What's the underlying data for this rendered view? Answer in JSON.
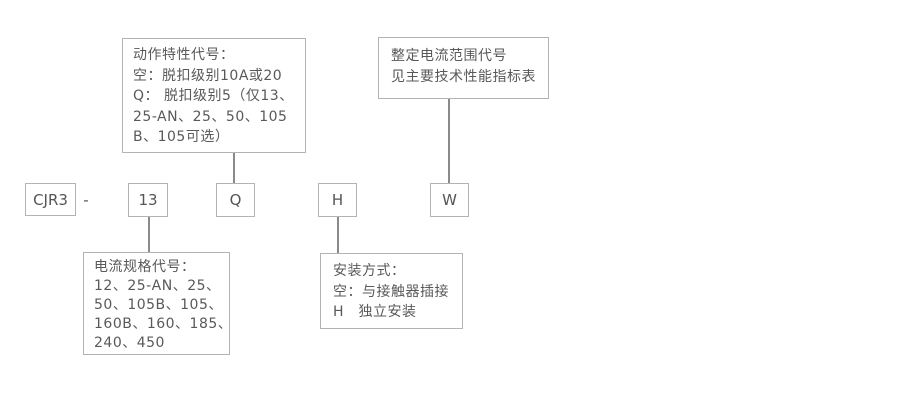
{
  "diagram_title": "CJR3 thermal relay model designation diagram",
  "colors": {
    "background": "#ffffff",
    "box_border": "#b3b3b3",
    "connector_line": "#8a8a8a",
    "text": "#595959"
  },
  "code_row": {
    "prefix": "CJR3",
    "separator": "-",
    "codes": {
      "current_spec": "13",
      "action_characteristic": "Q",
      "mounting": "H",
      "setting_current_range": "W"
    }
  },
  "callouts": {
    "action_characteristic": {
      "lines": [
        "动作特性代号：",
        "空：脱扣级别10A或20",
        "Q： 脱扣级别5（仅13、",
        "25-AN、25、50、105",
        "B、105可选）"
      ]
    },
    "setting_current_range": {
      "lines": [
        "整定电流范围代号",
        "见主要技术性能指标表"
      ]
    },
    "current_spec": {
      "lines": [
        "电流规格代号：",
        "12、25-AN、25、",
        "50、105B、105、",
        "160B、160、185、",
        "240、450"
      ]
    },
    "mounting": {
      "lines": [
        "安装方式：",
        "空：与接触器插接",
        "H　独立安装"
      ]
    }
  }
}
